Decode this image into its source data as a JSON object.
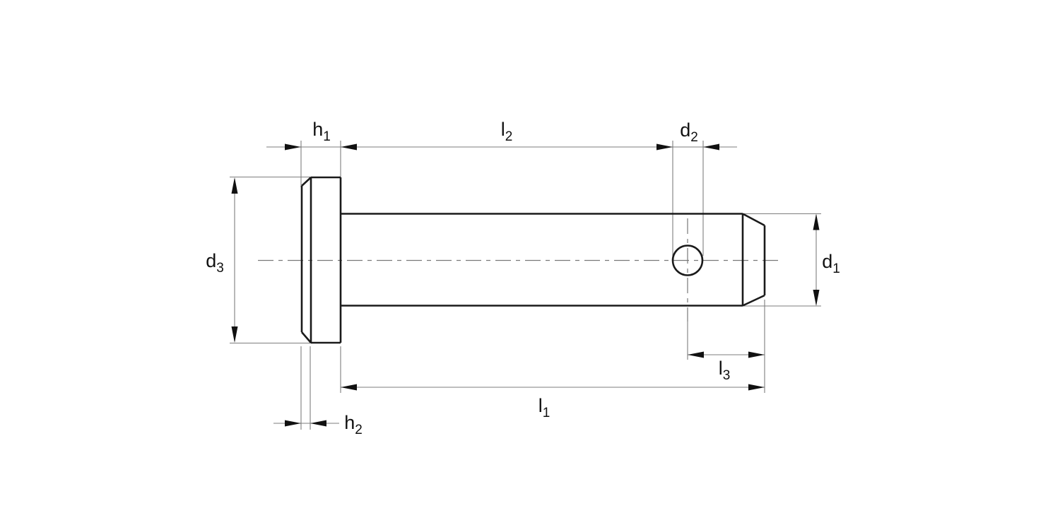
{
  "diagram": {
    "labels": {
      "h1": {
        "main": "h",
        "sub": "1"
      },
      "l2": {
        "main": "l",
        "sub": "2"
      },
      "d2": {
        "main": "d",
        "sub": "2"
      },
      "d3": {
        "main": "d",
        "sub": "3"
      },
      "d1": {
        "main": "d",
        "sub": "1"
      },
      "l3": {
        "main": "l",
        "sub": "3"
      },
      "l1": {
        "main": "l",
        "sub": "1"
      },
      "h2": {
        "main": "h",
        "sub": "2"
      }
    },
    "colors": {
      "outline": "#1a1a1a",
      "thin_line": "#7d7d7d",
      "centerline": "#787878",
      "arrow": "#111111",
      "text": "#111111",
      "background": "#ffffff"
    }
  }
}
